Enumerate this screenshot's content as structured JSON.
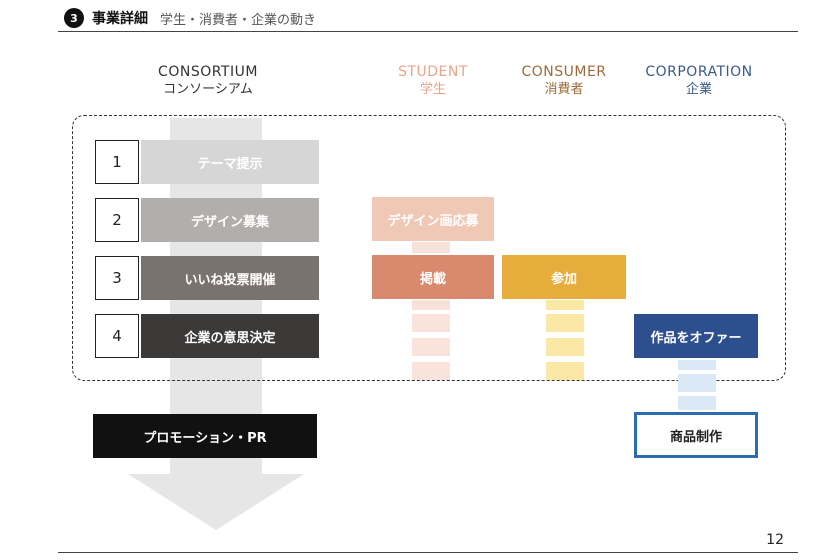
{
  "header": {
    "number": "3",
    "title": "事業詳細",
    "subtitle": "学生・消費者・企業の動き"
  },
  "columns": {
    "consortium": {
      "en": "CONSORTIUM",
      "jp": "コンソーシアム",
      "color": "#333333"
    },
    "student": {
      "en": "STUDENT",
      "jp": "学生",
      "color": "#e8a48a"
    },
    "consumer": {
      "en": "CONSUMER",
      "jp": "消費者",
      "color": "#9b6b3a"
    },
    "corporation": {
      "en": "CORPORATION",
      "jp": "企業",
      "color": "#3a5a8c"
    }
  },
  "steps": [
    {
      "number": "1",
      "label": "テーマ提示",
      "color": "#d6d6d6"
    },
    {
      "number": "2",
      "label": "デザイン募集",
      "color": "#b2aeac"
    },
    {
      "number": "3",
      "label": "いいね投票開催",
      "color": "#7a726e"
    },
    {
      "number": "4",
      "label": "企業の意思決定",
      "color": "#3c3a39"
    }
  ],
  "student_actions": {
    "apply": {
      "label": "デザイン画応募",
      "color": "#f0c8b6"
    },
    "post": {
      "label": "掲載",
      "color": "#d98a6e"
    }
  },
  "consumer_actions": {
    "join": {
      "label": "参加",
      "color": "#e6ac3c"
    }
  },
  "corporation_actions": {
    "offer": {
      "label": "作品をオファー",
      "color": "#2e4f8e"
    },
    "product": {
      "label": "商品制作",
      "color": "#2e6cb0"
    }
  },
  "promotion": {
    "label": "プロモーション・PR",
    "color": "#111111"
  },
  "page_number": "12"
}
